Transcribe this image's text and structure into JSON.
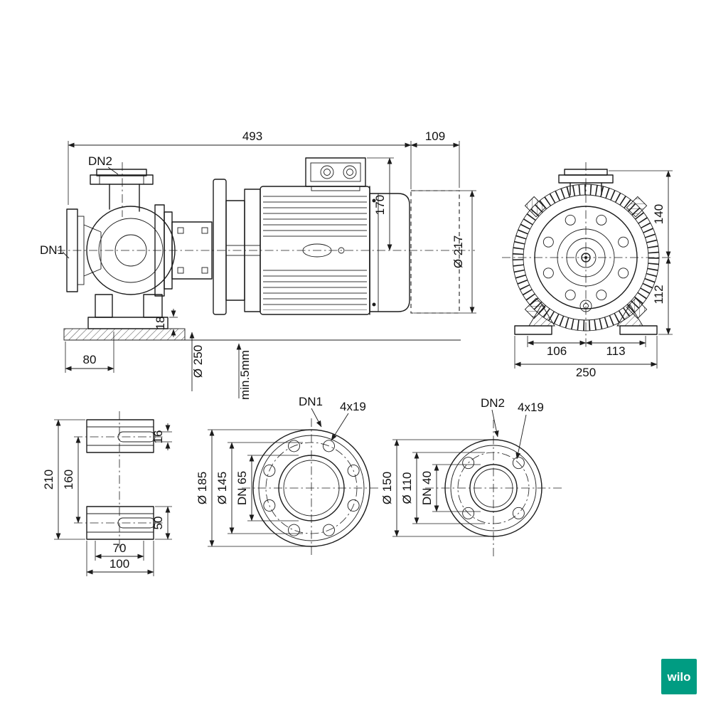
{
  "brand": {
    "logo_text": "wilo",
    "logo_color": "#009c82"
  },
  "side_view": {
    "port_top": "DN2",
    "port_inlet": "DN1",
    "total_length": "493",
    "extension_length": "109",
    "height_centerline_to_box": "170",
    "motor_diameter": "Ø 217",
    "foot_pad_height": "18",
    "foot_length": "80",
    "base_diameter": "Ø 250",
    "floor_clearance": "min.5mm"
  },
  "front_view": {
    "center_to_top_flange": "140",
    "center_to_foot": "112",
    "foot_left_offset": "106",
    "foot_right_offset": "113",
    "overall_width": "250"
  },
  "foot_view": {
    "overall_length": "210",
    "hole_spacing": "160",
    "slot_width": "16",
    "pad_width": "50",
    "hole_span": "70",
    "overall_width": "100"
  },
  "flange_dn1": {
    "name": "DN1",
    "bolt_holes": "4x19",
    "outer_diameter": "Ø 185",
    "bolt_circle_diameter": "Ø 145",
    "nominal_bore": "DN 65"
  },
  "flange_dn2": {
    "name": "DN2",
    "bolt_holes": "4x19",
    "outer_diameter": "Ø 150",
    "bolt_circle_diameter": "Ø 110",
    "nominal_bore": "DN 40"
  }
}
